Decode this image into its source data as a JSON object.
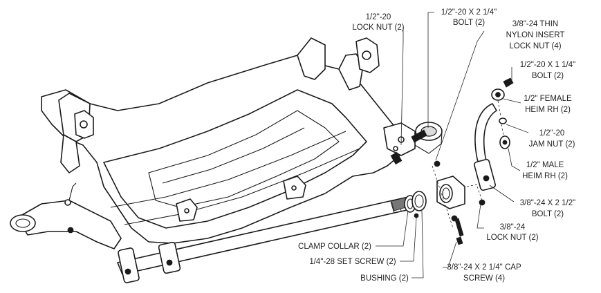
{
  "callouts": {
    "lock_nut_half": [
      "1/2\"-20",
      "LOCK NUT (2)"
    ],
    "bolt_half_2_25": [
      "1/2\"-20 X 2 1/4\"",
      "BOLT (2)"
    ],
    "thin_nylon_nut": [
      "3/8\"-24 THIN",
      "NYLON INSERT",
      "LOCK NUT (4)"
    ],
    "bolt_half_1_25": [
      "1/2\"-20 X 1 1/4\"",
      "BOLT (2)"
    ],
    "female_heim": [
      "1/2\" FEMALE",
      "HEIM RH (2)"
    ],
    "jam_nut": [
      "1/2\"-20",
      "JAM NUT (2)"
    ],
    "male_heim": [
      "1/2\" MALE",
      "HEIM RH (2)"
    ],
    "bolt_3_8_2_5": [
      "3/8\"-24 X 2 1/2\"",
      "BOLT (2)"
    ],
    "lock_nut_3_8": [
      "3/8\"-24",
      "LOCK NUT (2)"
    ],
    "clamp_collar": [
      "CLAMP COLLAR (2)"
    ],
    "set_screw": [
      "1/4\"-28 SET SCREW (2)"
    ],
    "bushing": [
      "BUSHING (2)"
    ],
    "cap_screw": [
      "3/8\"-24 X 2 1/4\" CAP",
      "SCREW (4)"
    ]
  }
}
